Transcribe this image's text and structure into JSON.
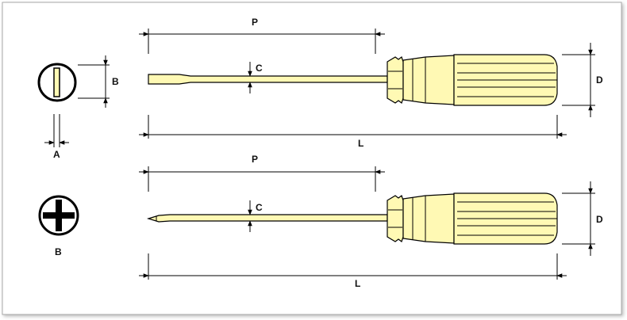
{
  "colors": {
    "body": "#fff9b4",
    "line": "#000000",
    "frame": "#a8a8a8"
  },
  "icons": {
    "slotted_tip": "slotted-tip-icon",
    "phillips_tip": "phillips-tip-icon"
  },
  "top_view": {
    "tip_icon_label_width": "A",
    "tip_icon_label_height": "B",
    "dim_shaft_length": "P",
    "dim_shaft_diameter": "C",
    "dim_handle_diameter": "D",
    "dim_overall_length": "L"
  },
  "bottom_view": {
    "tip_icon_label": "B",
    "dim_shaft_length": "P",
    "dim_shaft_diameter": "C",
    "dim_handle_diameter": "D",
    "dim_overall_length": "L"
  }
}
